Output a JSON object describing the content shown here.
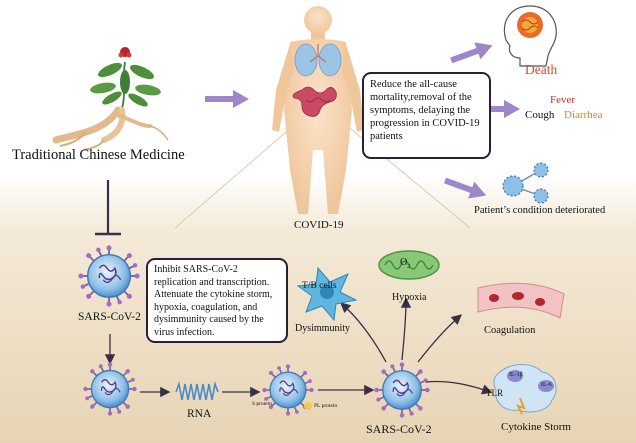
{
  "labels": {
    "tcm": "Traditional Chinese Medicine",
    "covid": "COVID-19",
    "death": "Death",
    "fever": "Fever",
    "cough": "Cough",
    "diarrhea": "Diarrhea",
    "deteriorated": "Patient’s condition deteriorated",
    "sars_top": "SARS-CoV-2",
    "sars_bottom": "SARS-CoV-2",
    "rna": "RNA",
    "sprotein": "S protein",
    "plprotein": "PL protein",
    "tb_cells": "T/B cells",
    "dysimmunity": "Dysimmunity",
    "o2": "O",
    "o2_sub": "2",
    "hypoxia": "Hypoxia",
    "coagulation": "Coagulation",
    "tlr": "TLR",
    "il1b": "IL-1β",
    "il6": "IL-6",
    "cytokine": "Cytokine Storm"
  },
  "box_top": "Reduce the all-cause mortality,removal of the symptoms, delaying the progression in COVID-19 patients",
  "box_mid": "Inhibit SARS-CoV-2 replication and transcription. Attenuate the cytokine storm, hypoxia, coagulation, and dysimmunity caused by the virus infection.",
  "colors": {
    "arrow": "#9d86c9",
    "box_border": "#2a1f3a",
    "death": "#d84a2a",
    "fever": "#c0392b",
    "diarrhea": "#d9822b",
    "virus": "#6fa8dc"
  }
}
